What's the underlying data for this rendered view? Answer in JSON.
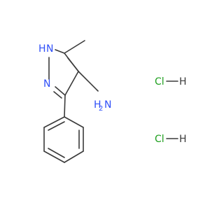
{
  "molecule": {
    "atoms": {
      "n1_h": "H",
      "n1": "N",
      "n2": "N",
      "amine_n": "N",
      "amine_h": "H",
      "amine_h2_sub": "2"
    }
  },
  "salts": [
    {
      "cl": "Cl",
      "h": "H"
    },
    {
      "cl": "Cl",
      "h": "H"
    }
  ],
  "colors": {
    "bond": "#3a3a3a",
    "nitrogen": "#3050f8",
    "chlorine": "#1fa01f",
    "hydrogen": "#3a3a3a"
  }
}
